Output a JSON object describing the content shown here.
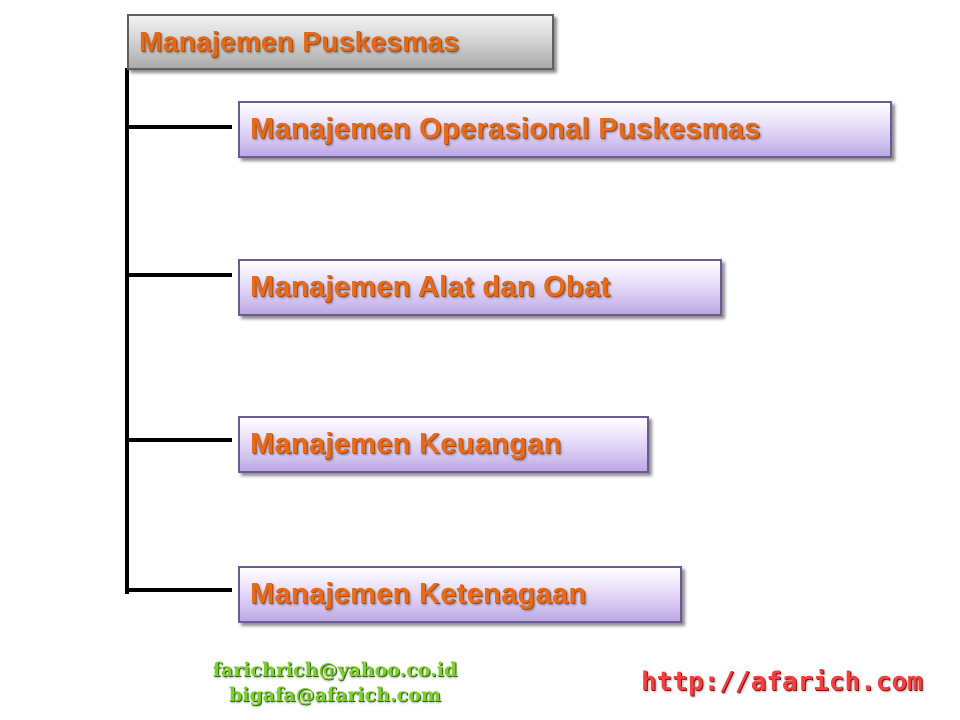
{
  "diagram": {
    "root": {
      "label": "Manajemen Puskesmas"
    },
    "children": [
      {
        "label": "Manajemen Operasional Puskesmas"
      },
      {
        "label": "Manajemen Alat dan Obat"
      },
      {
        "label": "Manajemen Keuangan"
      },
      {
        "label": "Manajemen Ketenagaan"
      }
    ],
    "colors": {
      "label_text": "#e36c1e",
      "root_fill": "#c8c8c8",
      "child_fill": "#d9ccf2",
      "connector": "#000000"
    }
  },
  "footer": {
    "emails": [
      "farichrich@yahoo.co.id",
      "bigafa@afarich.com"
    ],
    "url": "http://afarich.com",
    "colors": {
      "emails": "#7ccf2c",
      "url": "#f23f3f"
    }
  }
}
